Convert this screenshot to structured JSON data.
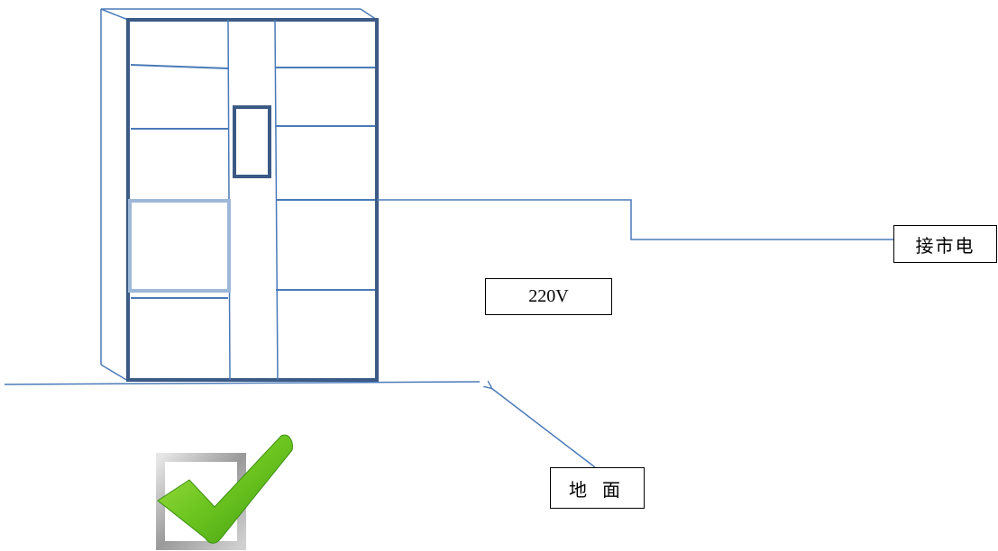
{
  "labels": {
    "mains": "接市电",
    "voltage": "220V",
    "ground": "地 面"
  },
  "colors": {
    "cabinet_frame": "#3b5a85",
    "line_blue": "#4a7ab8",
    "highlight_door": "#9db8d8",
    "check_green": "#6cc51f",
    "label_border": "#000000"
  },
  "icons": {
    "checkmark": "checkbox-checkmark-icon"
  }
}
